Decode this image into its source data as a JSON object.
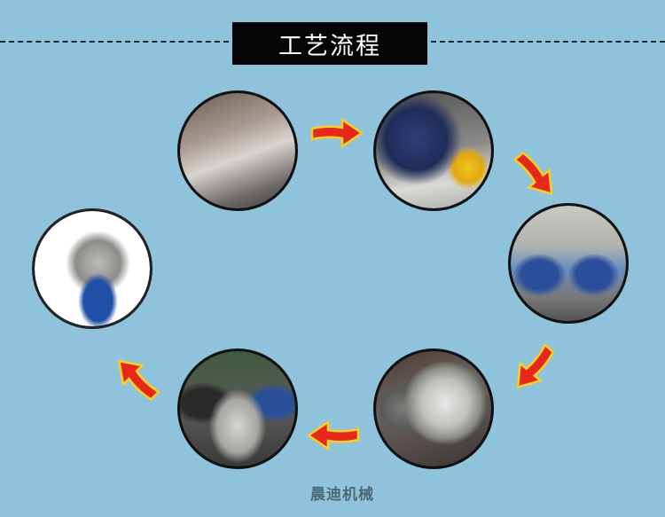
{
  "header": {
    "title": "工艺流程"
  },
  "steps": [
    {
      "name": "plasma-cutting-photo"
    },
    {
      "name": "welding-photo"
    },
    {
      "name": "bending-photo"
    },
    {
      "name": "polishing-photo"
    },
    {
      "name": "assembly-photo"
    },
    {
      "name": "finished-sieve-photo"
    }
  ],
  "watermark": "晨迪机械",
  "colors": {
    "background": "#8fc3dc",
    "arrow": "#e8271c",
    "arrow_outline": "#f5d21a",
    "title_bg": "#050505"
  }
}
